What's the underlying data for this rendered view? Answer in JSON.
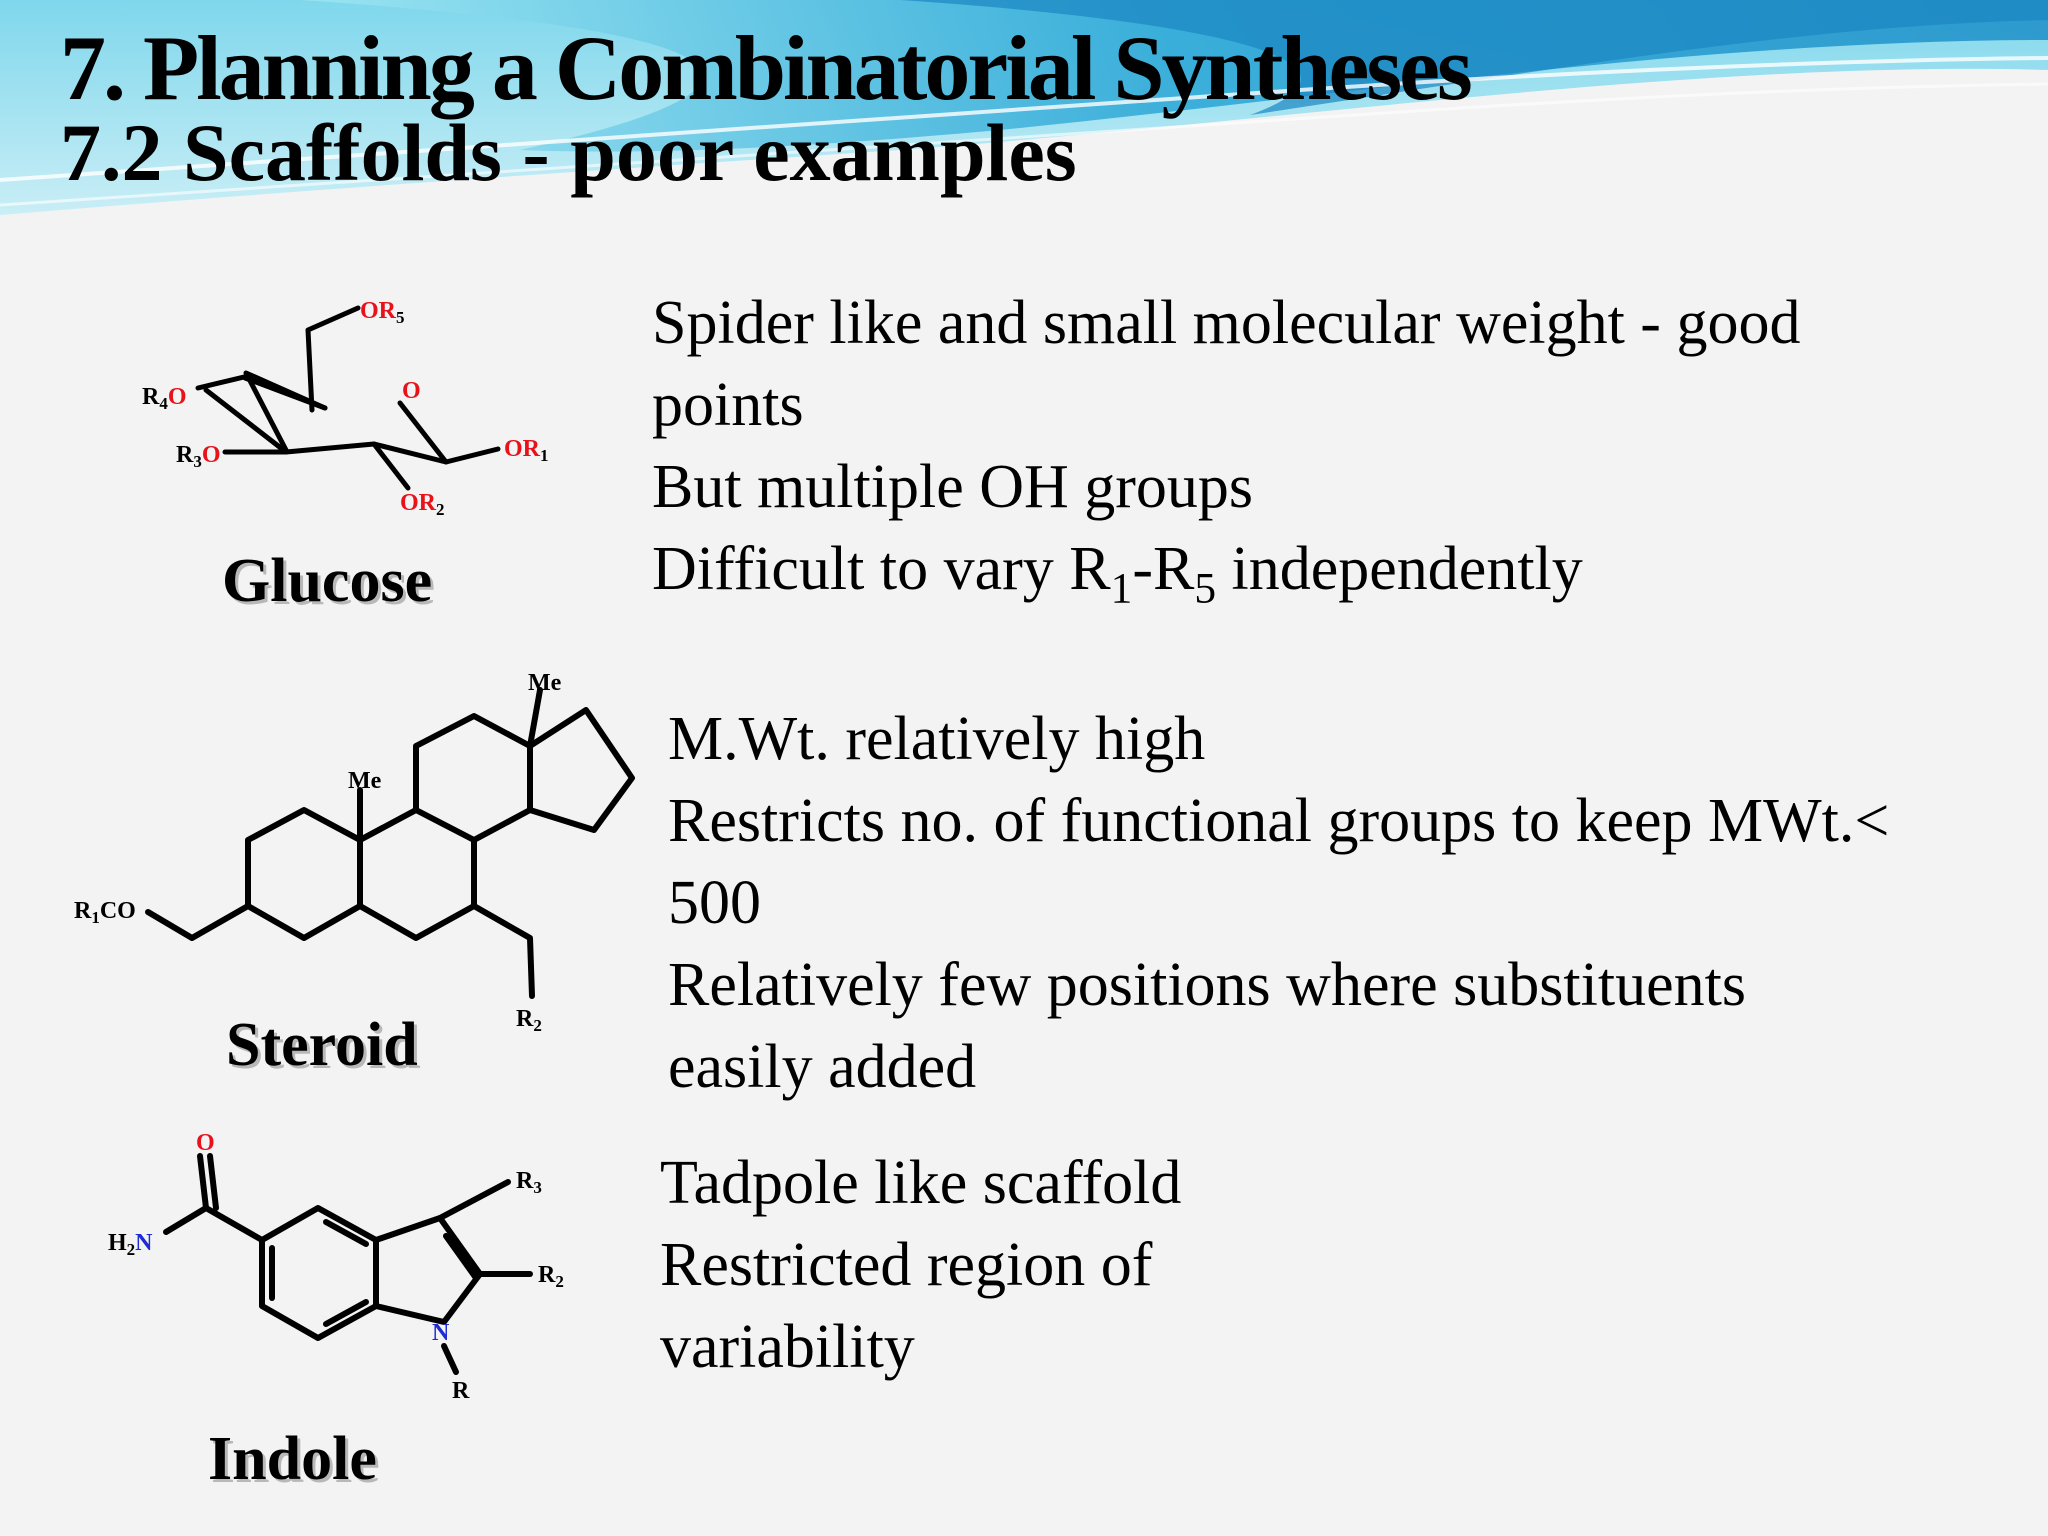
{
  "slide": {
    "title": "7. Planning a Combinatorial Syntheses",
    "subtitle": "7.2 Scaffolds - poor examples"
  },
  "glucose": {
    "caption": "Glucose",
    "lines": [
      "Spider like and small molecular weight - good",
      "points",
      "But multiple OH groups"
    ],
    "last_line": {
      "pre": "Difficult to vary R",
      "s1": "1",
      "mid": "-R",
      "s2": "5",
      "post": " independently"
    },
    "labels": {
      "or5": "OR",
      "or5_sub": "5",
      "ring_o": "O",
      "r4o": "R",
      "r4o_sub": "4",
      "r4o_o": "O",
      "r3o": "R",
      "r3o_sub": "3",
      "r3o_o": "O",
      "or1": "OR",
      "or1_sub": "1",
      "or2": "OR",
      "or2_sub": "2"
    }
  },
  "steroid": {
    "caption": "Steroid",
    "lines": [
      "M.Wt. relatively high",
      "Restricts no. of functional groups to keep MWt.<",
      "500",
      "Relatively few positions where substituents",
      "easily added"
    ],
    "labels": {
      "me_top": "Me",
      "me_mid": "Me",
      "r1co": "R",
      "r1co_sub": "1",
      "r1co_co": "CO",
      "r2": "R",
      "r2_sub": "2"
    }
  },
  "indole": {
    "caption": "Indole",
    "lines": [
      "Tadpole like scaffold",
      "Restricted region of",
      "variability"
    ],
    "labels": {
      "o": "O",
      "h2n": "H",
      "h2n_sub": "2",
      "h2n_n": "N",
      "r3": "R",
      "r3_sub": "3",
      "r2": "R",
      "r2_sub": "2",
      "n": "N",
      "r": "R"
    }
  },
  "colors": {
    "heteroatom_red": "#e8121a",
    "nitrogen_blue": "#1e2bd6",
    "wave_blue": "#3fb4d8"
  }
}
